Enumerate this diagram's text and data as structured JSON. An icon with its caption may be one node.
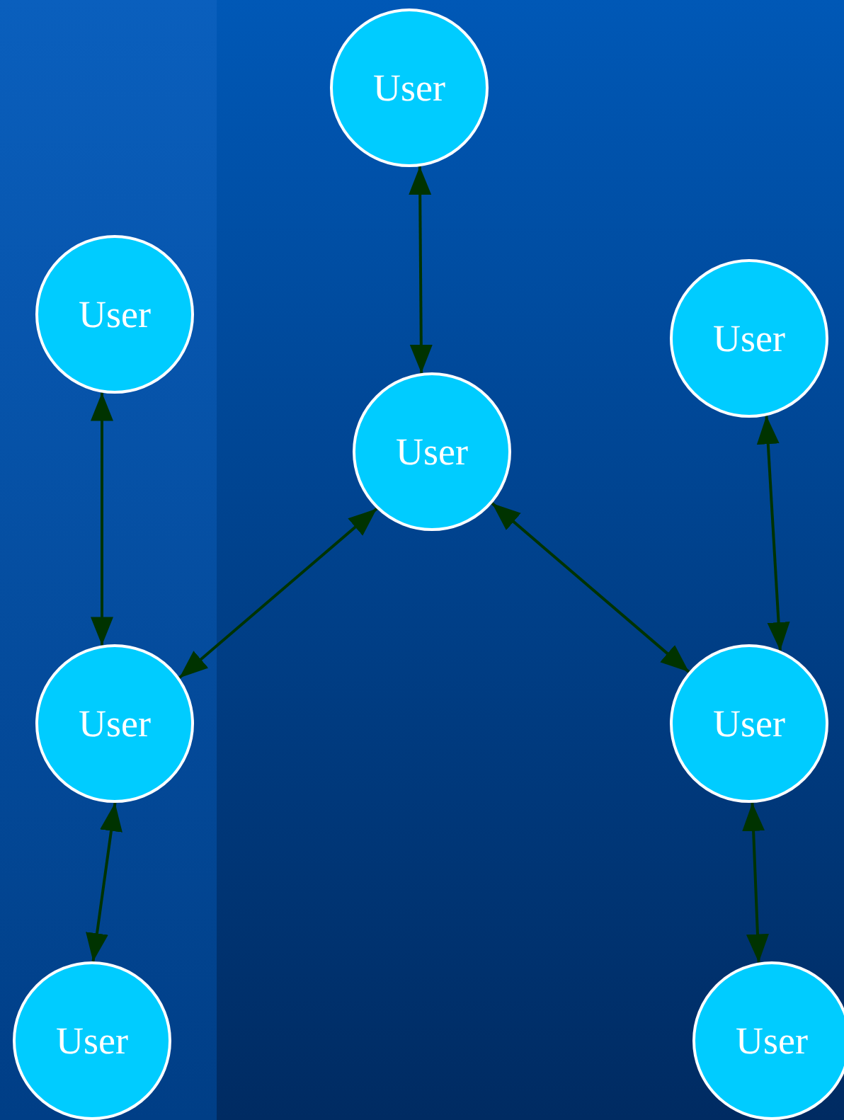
{
  "diagram": {
    "nodes": [
      {
        "text": [
          "User"
        ]
      },
      {
        "text": [
          "User"
        ]
      },
      {
        "text": [
          "User"
        ]
      },
      {
        "text": [
          "User"
        ]
      },
      {
        "text": [
          "User"
        ]
      },
      {
        "text": [
          "User"
        ]
      },
      {
        "text": [
          "User"
        ]
      },
      {
        "text": [
          "User"
        ]
      }
    ],
    "edges": [
      {
        "from": 0,
        "to": 3,
        "arrow": "both"
      },
      {
        "from": 1,
        "to": 4,
        "arrow": "both"
      },
      {
        "from": 3,
        "to": 4,
        "arrow": "both"
      },
      {
        "from": 3,
        "to": 5,
        "arrow": "both"
      },
      {
        "from": 2,
        "to": 5,
        "arrow": "both"
      },
      {
        "from": 4,
        "to": 6,
        "arrow": "both"
      },
      {
        "from": 5,
        "to": 7,
        "arrow": "both"
      }
    ]
  }
}
